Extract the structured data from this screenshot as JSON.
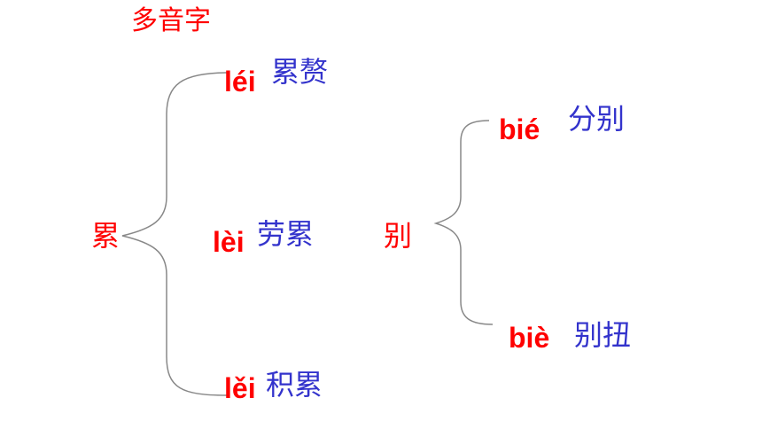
{
  "title": "多音字",
  "groups": [
    {
      "char": "累",
      "readings": [
        {
          "pinyin": "léi",
          "word": "累赘"
        },
        {
          "pinyin": "lèi",
          "word": "劳累"
        },
        {
          "pinyin": "lěi",
          "word": "积累"
        }
      ]
    },
    {
      "char": "别",
      "readings": [
        {
          "pinyin": "bié",
          "word": "分别"
        },
        {
          "pinyin": "biè",
          "word": "别扭"
        }
      ]
    }
  ],
  "colors": {
    "character": "#ff0000",
    "pinyin": "#ff0000",
    "word": "#3333cc",
    "brace": "#888888"
  }
}
